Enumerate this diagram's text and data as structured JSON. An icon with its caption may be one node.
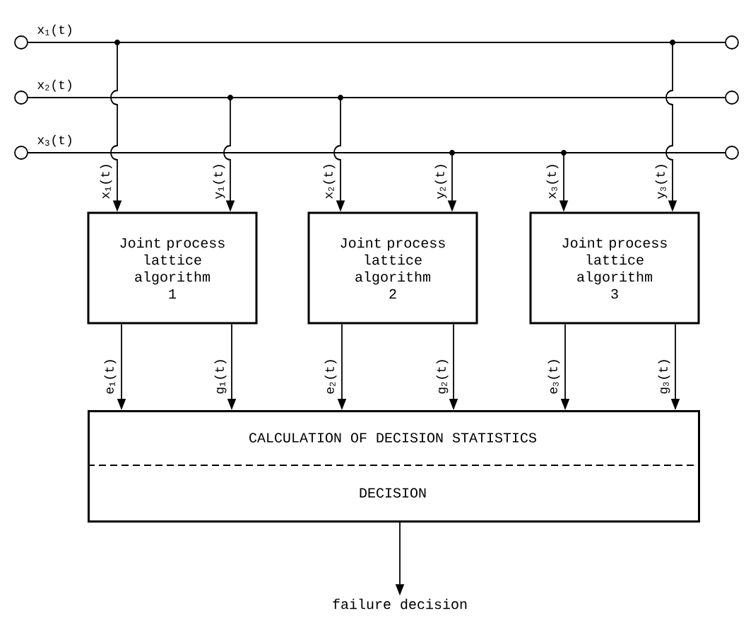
{
  "diagram": {
    "nodes": [
      {
        "text": [],
        "shape": "circle",
        "beside": [
          "x$_{1}$(t)"
        ]
      },
      {
        "text": [],
        "shape": "circle"
      },
      {
        "text": [],
        "shape": "circle",
        "beside": [
          "x$_{2}$(t)"
        ]
      },
      {
        "text": [],
        "shape": "circle"
      },
      {
        "text": [],
        "shape": "circle",
        "beside": [
          "x$_{3}$(t)"
        ]
      },
      {
        "text": [],
        "shape": "circle"
      },
      {
        "text": [
          "Joint process lattice algorithm",
          "1"
        ]
      },
      {
        "text": [
          "Joint process lattice algorithm",
          "2"
        ]
      },
      {
        "text": [
          "Joint process lattice algorithm",
          "3"
        ]
      },
      {
        "text": [
          "CALCULATION OF DECISION STATISTICS",
          "DECISION"
        ]
      },
      {
        "text": [
          "failure decision"
        ]
      }
    ],
    "edges": [
      {
        "from": 0,
        "to": 1,
        "arrow": "none"
      },
      {
        "from": 2,
        "to": 3,
        "arrow": "none"
      },
      {
        "from": 4,
        "to": 5,
        "arrow": "none"
      },
      {
        "from": 0,
        "to": 6,
        "arrow": "to",
        "label": "x$_{1}$(t)"
      },
      {
        "from": 2,
        "to": 6,
        "arrow": "to",
        "label": "y$_{1}$(t)"
      },
      {
        "from": 2,
        "to": 7,
        "arrow": "to",
        "label": "x$_{2}$(t)"
      },
      {
        "from": 4,
        "to": 7,
        "arrow": "to",
        "label": "y$_{2}$(t)"
      },
      {
        "from": 4,
        "to": 8,
        "arrow": "to",
        "label": "x$_{3}$(t)"
      },
      {
        "from": 0,
        "to": 8,
        "arrow": "to",
        "label": "y$_{3}$(t)"
      },
      {
        "from": 6,
        "to": 9,
        "arrow": "to",
        "label": "e$_{1}$(t)"
      },
      {
        "from": 6,
        "to": 9,
        "arrow": "to",
        "label": "g$_{1}$(t)"
      },
      {
        "from": 7,
        "to": 9,
        "arrow": "to",
        "label": "e$_{2}$(t)"
      },
      {
        "from": 7,
        "to": 9,
        "arrow": "to",
        "label": "g$_{2}$(t)"
      },
      {
        "from": 8,
        "to": 9,
        "arrow": "to",
        "label": "e$_{3}$(t)"
      },
      {
        "from": 8,
        "to": 9,
        "arrow": "to",
        "label": "g$_{3}$(t)"
      },
      {
        "from": 9,
        "to": 10,
        "arrow": "to"
      }
    ]
  }
}
